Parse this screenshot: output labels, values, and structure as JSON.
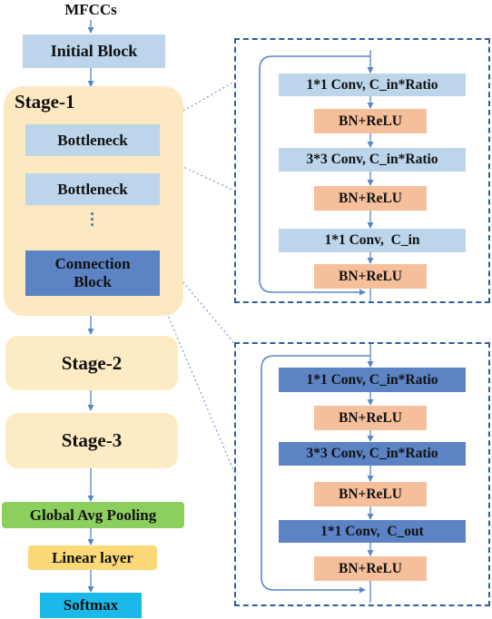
{
  "input": "MFCCs",
  "initial_block": "Initial Block",
  "stage1": {
    "title": "Stage-1",
    "bottleneck_1": "Bottleneck",
    "bottleneck_2": "Bottleneck",
    "connection_block": "Connection\nBlock"
  },
  "stage2": "Stage-2",
  "stage3": "Stage-3",
  "global_pool": "Global Avg Pooling",
  "linear": "Linear layer",
  "softmax": "Softmax",
  "bottleneck_detail": {
    "conv1": "1*1 Conv, C_in*Ratio",
    "bn1": "BN+ReLU",
    "conv2": "3*3 Conv, C_in*Ratio",
    "bn2": "BN+ReLU",
    "conv3": "1*1 Conv,  C_in",
    "bn3": "BN+ReLU"
  },
  "connection_detail": {
    "conv1": "1*1 Conv, C_in*Ratio",
    "bn1": "BN+ReLU",
    "conv2": "3*3 Conv, C_in*Ratio",
    "bn2": "BN+ReLU",
    "conv3": "1*1 Conv,  C_out",
    "bn3": "BN+ReLU"
  },
  "colors": {
    "block_blue_light": "#bcd5ea",
    "block_blue_mid": "#5c83c4",
    "bn_peach": "#f6bf9b",
    "stage_cream": "#fde9c1",
    "pool_green": "#8dcf5c",
    "linear_yellow": "#fbd978",
    "softmax_cyan": "#1bb9e9",
    "frame_blue": "#2f5d9c",
    "arrow_blue": "#5a86c6"
  }
}
